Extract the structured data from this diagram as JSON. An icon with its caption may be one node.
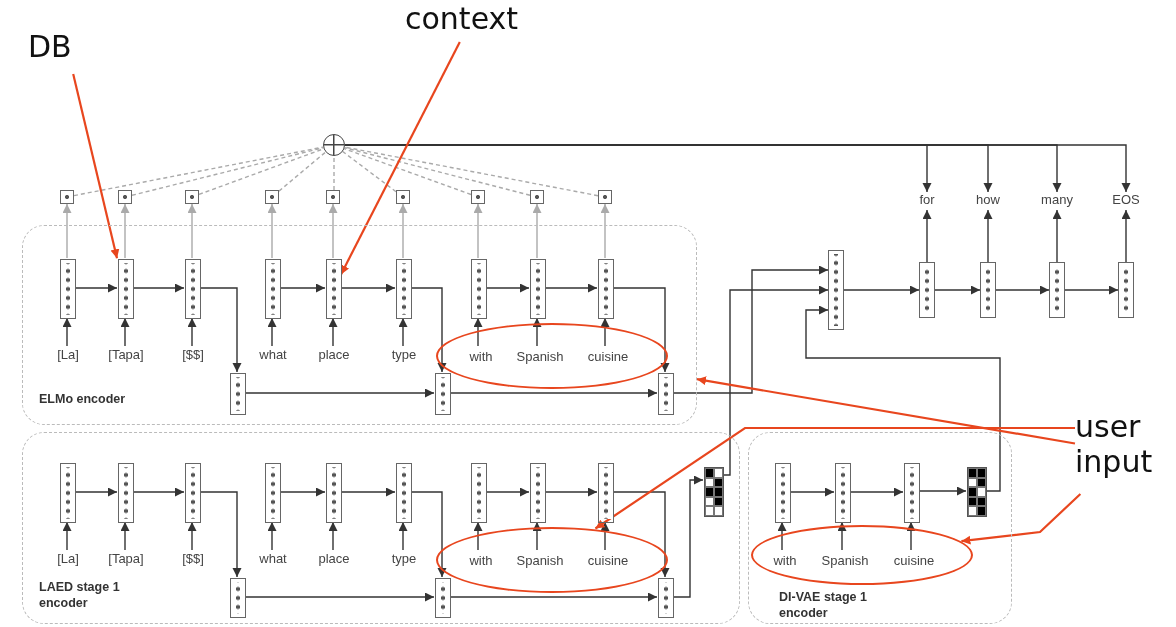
{
  "diagram": {
    "nodes": [
      {
        "text": [
          "DB"
        ]
      },
      {
        "text": [
          "context"
        ]
      },
      {
        "text": [],
        "shape": "circle"
      },
      {
        "text": [
          "for"
        ]
      },
      {
        "text": [
          "how"
        ]
      },
      {
        "text": [
          "many"
        ]
      },
      {
        "text": [
          "EOS"
        ]
      },
      {
        "text": [],
        "shape": "box"
      },
      {
        "text": [],
        "shape": "box"
      },
      {
        "text": [],
        "shape": "box"
      },
      {
        "text": [],
        "shape": "box"
      },
      {
        "text": [],
        "shape": "box"
      },
      {
        "text": [],
        "shape": "box"
      },
      {
        "text": [],
        "shape": "box"
      },
      {
        "text": [],
        "shape": "box"
      },
      {
        "text": [],
        "shape": "box"
      },
      {
        "text": [
          "ELMo encoder"
        ]
      },
      {
        "text": [],
        "shape": "box",
        "in": 16
      },
      {
        "text": [],
        "shape": "box",
        "in": 16
      },
      {
        "text": [],
        "shape": "box",
        "in": 16
      },
      {
        "text": [],
        "shape": "box",
        "in": 16
      },
      {
        "text": [],
        "shape": "box",
        "in": 16
      },
      {
        "text": [],
        "shape": "box",
        "in": 16
      },
      {
        "text": [],
        "shape": "box",
        "in": 16
      },
      {
        "text": [],
        "shape": "box",
        "in": 16
      },
      {
        "text": [],
        "shape": "box",
        "in": 16
      },
      {
        "text": [],
        "shape": "ellipse",
        "in": 16
      },
      {
        "text": [
          "[La]"
        ],
        "in": 16
      },
      {
        "text": [
          "[Tapa]"
        ],
        "in": 16
      },
      {
        "text": [
          "[$$]"
        ],
        "in": 16
      },
      {
        "text": [
          "what"
        ],
        "in": 16
      },
      {
        "text": [
          "place"
        ],
        "in": 16
      },
      {
        "text": [
          "type"
        ],
        "in": 16
      },
      {
        "text": [
          "with"
        ],
        "in": 26
      },
      {
        "text": [
          "Spanish"
        ],
        "in": 26
      },
      {
        "text": [
          "cuisine"
        ],
        "in": 26
      },
      {
        "text": [],
        "shape": "box",
        "in": 16
      },
      {
        "text": [],
        "shape": "box",
        "in": 16
      },
      {
        "text": [],
        "shape": "box",
        "in": 16
      },
      {
        "text": [],
        "shape": "box"
      },
      {
        "text": [],
        "shape": "box"
      },
      {
        "text": [],
        "shape": "box"
      },
      {
        "text": [],
        "shape": "box"
      },
      {
        "text": [],
        "shape": "box"
      },
      {
        "text": [
          "user input"
        ]
      },
      {
        "text": [
          "LAED stage 1 encoder"
        ]
      },
      {
        "text": [],
        "shape": "box",
        "in": 45
      },
      {
        "text": [],
        "shape": "box",
        "in": 45
      },
      {
        "text": [],
        "shape": "box",
        "in": 45
      },
      {
        "text": [],
        "shape": "box",
        "in": 45
      },
      {
        "text": [],
        "shape": "box",
        "in": 45
      },
      {
        "text": [],
        "shape": "box",
        "in": 45
      },
      {
        "text": [],
        "shape": "box",
        "in": 45
      },
      {
        "text": [],
        "shape": "box",
        "in": 45
      },
      {
        "text": [],
        "shape": "box",
        "in": 45
      },
      {
        "text": [],
        "shape": "ellipse",
        "in": 45
      },
      {
        "text": [
          "[La]"
        ],
        "in": 45
      },
      {
        "text": [
          "[Tapa]"
        ],
        "in": 45
      },
      {
        "text": [
          "[$$]"
        ],
        "in": 45
      },
      {
        "text": [
          "what"
        ],
        "in": 45
      },
      {
        "text": [
          "place"
        ],
        "in": 45
      },
      {
        "text": [
          "type"
        ],
        "in": 45
      },
      {
        "text": [
          "with"
        ],
        "in": 55
      },
      {
        "text": [
          "Spanish"
        ],
        "in": 55
      },
      {
        "text": [
          "cuisine"
        ],
        "in": 55
      },
      {
        "text": [],
        "shape": "box",
        "in": 45
      },
      {
        "text": [],
        "shape": "box",
        "in": 45
      },
      {
        "text": [],
        "shape": "box",
        "in": 45
      },
      {
        "text": [],
        "shape": "grid",
        "in": 45
      },
      {
        "text": [
          "DI-VAE stage 1 encoder"
        ]
      },
      {
        "text": [],
        "shape": "box",
        "in": 69
      },
      {
        "text": [],
        "shape": "box",
        "in": 69
      },
      {
        "text": [],
        "shape": "box",
        "in": 69
      },
      {
        "text": [],
        "shape": "ellipse",
        "in": 69
      },
      {
        "text": [
          "with"
        ],
        "in": 73
      },
      {
        "text": [
          "Spanish"
        ],
        "in": 73
      },
      {
        "text": [
          "cuisine"
        ],
        "in": 73
      },
      {
        "text": [],
        "shape": "grid",
        "in": 69
      }
    ],
    "edges": [
      {
        "from": 2,
        "to": 3,
        "arrow": "to"
      },
      {
        "from": 2,
        "to": 4,
        "arrow": "to"
      },
      {
        "from": 2,
        "to": 5,
        "arrow": "to"
      },
      {
        "from": 2,
        "to": 6,
        "arrow": "to"
      },
      {
        "from": 7,
        "to": 2,
        "arrow": "none",
        "style": "dashed",
        "color": "#aaaaaa"
      },
      {
        "from": 8,
        "to": 2,
        "arrow": "none",
        "style": "dashed",
        "color": "#aaaaaa"
      },
      {
        "from": 9,
        "to": 2,
        "arrow": "none",
        "style": "dashed",
        "color": "#aaaaaa"
      },
      {
        "from": 10,
        "to": 2,
        "arrow": "none",
        "style": "dashed",
        "color": "#aaaaaa"
      },
      {
        "from": 11,
        "to": 2,
        "arrow": "none",
        "style": "dashed",
        "color": "#aaaaaa"
      },
      {
        "from": 12,
        "to": 2,
        "arrow": "none",
        "style": "dashed",
        "color": "#aaaaaa"
      },
      {
        "from": 13,
        "to": 2,
        "arrow": "none",
        "style": "dashed",
        "color": "#aaaaaa"
      },
      {
        "from": 14,
        "to": 2,
        "arrow": "none",
        "style": "dashed",
        "color": "#aaaaaa"
      },
      {
        "from": 15,
        "to": 2,
        "arrow": "none",
        "style": "dashed",
        "color": "#aaaaaa"
      },
      {
        "from": 17,
        "to": 7,
        "arrow": "to",
        "color": "#aaaaaa"
      },
      {
        "from": 18,
        "to": 8,
        "arrow": "to",
        "color": "#aaaaaa"
      },
      {
        "from": 19,
        "to": 9,
        "arrow": "to",
        "color": "#aaaaaa"
      },
      {
        "from": 20,
        "to": 10,
        "arrow": "to",
        "color": "#aaaaaa"
      },
      {
        "from": 21,
        "to": 11,
        "arrow": "to",
        "color": "#aaaaaa"
      },
      {
        "from": 22,
        "to": 12,
        "arrow": "to",
        "color": "#aaaaaa"
      },
      {
        "from": 23,
        "to": 13,
        "arrow": "to",
        "color": "#aaaaaa"
      },
      {
        "from": 24,
        "to": 14,
        "arrow": "to",
        "color": "#aaaaaa"
      },
      {
        "from": 25,
        "to": 15,
        "arrow": "to",
        "color": "#aaaaaa"
      },
      {
        "from": 27,
        "to": 17,
        "arrow": "to"
      },
      {
        "from": 28,
        "to": 18,
        "arrow": "to"
      },
      {
        "from": 29,
        "to": 19,
        "arrow": "to"
      },
      {
        "from": 30,
        "to": 20,
        "arrow": "to"
      },
      {
        "from": 31,
        "to": 21,
        "arrow": "to"
      },
      {
        "from": 32,
        "to": 22,
        "arrow": "to"
      },
      {
        "from": 33,
        "to": 23,
        "arrow": "to"
      },
      {
        "from": 34,
        "to": 24,
        "arrow": "to"
      },
      {
        "from": 35,
        "to": 25,
        "arrow": "to"
      },
      {
        "from": 17,
        "to": 18,
        "arrow": "to"
      },
      {
        "from": 18,
        "to": 19,
        "arrow": "to"
      },
      {
        "from": 20,
        "to": 21,
        "arrow": "to"
      },
      {
        "from": 21,
        "to": 22,
        "arrow": "to"
      },
      {
        "from": 23,
        "to": 24,
        "arrow": "to"
      },
      {
        "from": 24,
        "to": 25,
        "arrow": "to"
      },
      {
        "from": 19,
        "to": 36,
        "arrow": "to"
      },
      {
        "from": 22,
        "to": 37,
        "arrow": "to"
      },
      {
        "from": 25,
        "to": 38,
        "arrow": "to"
      },
      {
        "from": 36,
        "to": 37,
        "arrow": "to"
      },
      {
        "from": 37,
        "to": 38,
        "arrow": "to"
      },
      {
        "from": 38,
        "to": 39,
        "arrow": "to"
      },
      {
        "from": 39,
        "to": 40,
        "arrow": "to"
      },
      {
        "from": 40,
        "to": 41,
        "arrow": "to"
      },
      {
        "from": 41,
        "to": 42,
        "arrow": "to"
      },
      {
        "from": 42,
        "to": 43,
        "arrow": "to"
      },
      {
        "from": 40,
        "to": 3,
        "arrow": "to"
      },
      {
        "from": 41,
        "to": 4,
        "arrow": "to"
      },
      {
        "from": 42,
        "to": 5,
        "arrow": "to"
      },
      {
        "from": 43,
        "to": 6,
        "arrow": "to"
      },
      {
        "from": 56,
        "to": 46,
        "arrow": "to"
      },
      {
        "from": 57,
        "to": 47,
        "arrow": "to"
      },
      {
        "from": 58,
        "to": 48,
        "arrow": "to"
      },
      {
        "from": 59,
        "to": 49,
        "arrow": "to"
      },
      {
        "from": 60,
        "to": 50,
        "arrow": "to"
      },
      {
        "from": 61,
        "to": 51,
        "arrow": "to"
      },
      {
        "from": 62,
        "to": 52,
        "arrow": "to"
      },
      {
        "from": 63,
        "to": 53,
        "arrow": "to"
      },
      {
        "from": 64,
        "to": 54,
        "arrow": "to"
      },
      {
        "from": 46,
        "to": 47,
        "arrow": "to"
      },
      {
        "from": 47,
        "to": 48,
        "arrow": "to"
      },
      {
        "from": 49,
        "to": 50,
        "arrow": "to"
      },
      {
        "from": 50,
        "to": 51,
        "arrow": "to"
      },
      {
        "from": 52,
        "to": 53,
        "arrow": "to"
      },
      {
        "from": 53,
        "to": 54,
        "arrow": "to"
      },
      {
        "from": 48,
        "to": 65,
        "arrow": "to"
      },
      {
        "from": 51,
        "to": 66,
        "arrow": "to"
      },
      {
        "from": 54,
        "to": 67,
        "arrow": "to"
      },
      {
        "from": 65,
        "to": 66,
        "arrow": "to"
      },
      {
        "from": 66,
        "to": 67,
        "arrow": "to"
      },
      {
        "from": 67,
        "to": 68,
        "arrow": "to"
      },
      {
        "from": 68,
        "to": 39,
        "arrow": "to"
      },
      {
        "from": 74,
        "to": 70,
        "arrow": "to"
      },
      {
        "from": 75,
        "to": 71,
        "arrow": "to"
      },
      {
        "from": 76,
        "to": 72,
        "arrow": "to"
      },
      {
        "from": 70,
        "to": 71,
        "arrow": "to"
      },
      {
        "from": 71,
        "to": 72,
        "arrow": "to"
      },
      {
        "from": 72,
        "to": 77,
        "arrow": "to"
      },
      {
        "from": 77,
        "to": 39,
        "arrow": "to"
      },
      {
        "from": 0,
        "to": 18,
        "arrow": "to",
        "color": "#e8461e"
      },
      {
        "from": 1,
        "to": 21,
        "arrow": "to",
        "color": "#e8461e"
      },
      {
        "from": 44,
        "to": 16,
        "arrow": "to",
        "color": "#e8461e"
      },
      {
        "from": 44,
        "to": 55,
        "arrow": "to",
        "color": "#e8461e"
      },
      {
        "from": 44,
        "to": 73,
        "arrow": "to",
        "color": "#e8461e"
      }
    ]
  }
}
